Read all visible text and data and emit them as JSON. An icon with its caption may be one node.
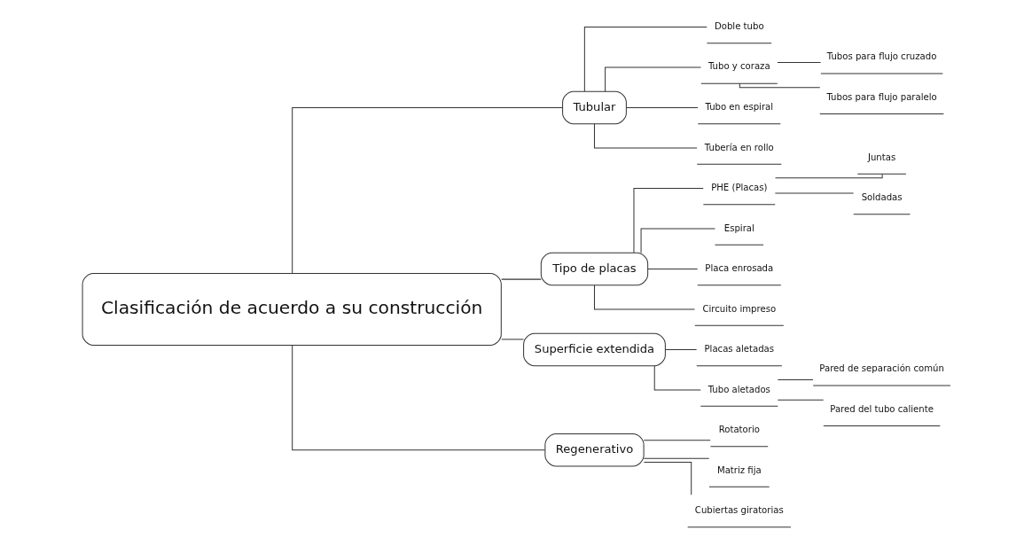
{
  "diagram": {
    "nodes": [
      {
        "text": [
          "Clasificación de acuerdo a su construcción"
        ]
      },
      {
        "text": [
          "Tubular"
        ]
      },
      {
        "text": [
          "Doble tubo"
        ]
      },
      {
        "text": [
          "Tubo y coraza"
        ]
      },
      {
        "text": [
          "Tubos para flujo cruzado"
        ]
      },
      {
        "text": [
          "Tubos para flujo paralelo"
        ]
      },
      {
        "text": [
          "Tubo en espiral"
        ]
      },
      {
        "text": [
          "Tubería en rollo"
        ]
      },
      {
        "text": [
          "Tipo de placas"
        ]
      },
      {
        "text": [
          "PHE (Placas)"
        ]
      },
      {
        "text": [
          "Juntas"
        ]
      },
      {
        "text": [
          "Soldadas"
        ]
      },
      {
        "text": [
          "Espiral"
        ]
      },
      {
        "text": [
          "Placa enrosada"
        ]
      },
      {
        "text": [
          "Circuito impreso"
        ]
      },
      {
        "text": [
          "Superficie extendida"
        ]
      },
      {
        "text": [
          "Placas aletadas"
        ]
      },
      {
        "text": [
          "Tubo aletados"
        ]
      },
      {
        "text": [
          "Pared de separación común"
        ]
      },
      {
        "text": [
          "Pared del tubo caliente"
        ]
      },
      {
        "text": [
          "Regenerativo"
        ]
      },
      {
        "text": [
          "Rotatorio"
        ]
      },
      {
        "text": [
          "Matriz fija"
        ]
      },
      {
        "text": [
          "Cubiertas giratorias"
        ]
      }
    ],
    "edges": [
      {
        "from": 0,
        "to": 1,
        "arrow": "none"
      },
      {
        "from": 1,
        "to": 2,
        "arrow": "none"
      },
      {
        "from": 1,
        "to": 3,
        "arrow": "none"
      },
      {
        "from": 3,
        "to": 4,
        "arrow": "none"
      },
      {
        "from": 3,
        "to": 5,
        "arrow": "none"
      },
      {
        "from": 1,
        "to": 6,
        "arrow": "none"
      },
      {
        "from": 1,
        "to": 7,
        "arrow": "none"
      },
      {
        "from": 0,
        "to": 8,
        "arrow": "none"
      },
      {
        "from": 8,
        "to": 9,
        "arrow": "none"
      },
      {
        "from": 9,
        "to": 10,
        "arrow": "none"
      },
      {
        "from": 9,
        "to": 11,
        "arrow": "none"
      },
      {
        "from": 8,
        "to": 12,
        "arrow": "none"
      },
      {
        "from": 8,
        "to": 13,
        "arrow": "none"
      },
      {
        "from": 8,
        "to": 14,
        "arrow": "none"
      },
      {
        "from": 0,
        "to": 15,
        "arrow": "none"
      },
      {
        "from": 15,
        "to": 16,
        "arrow": "none"
      },
      {
        "from": 15,
        "to": 17,
        "arrow": "none"
      },
      {
        "from": 17,
        "to": 18,
        "arrow": "none"
      },
      {
        "from": 17,
        "to": 19,
        "arrow": "none"
      },
      {
        "from": 0,
        "to": 20,
        "arrow": "none"
      },
      {
        "from": 20,
        "to": 21,
        "arrow": "none"
      },
      {
        "from": 20,
        "to": 22,
        "arrow": "none"
      },
      {
        "from": 20,
        "to": 23,
        "arrow": "none"
      }
    ]
  }
}
